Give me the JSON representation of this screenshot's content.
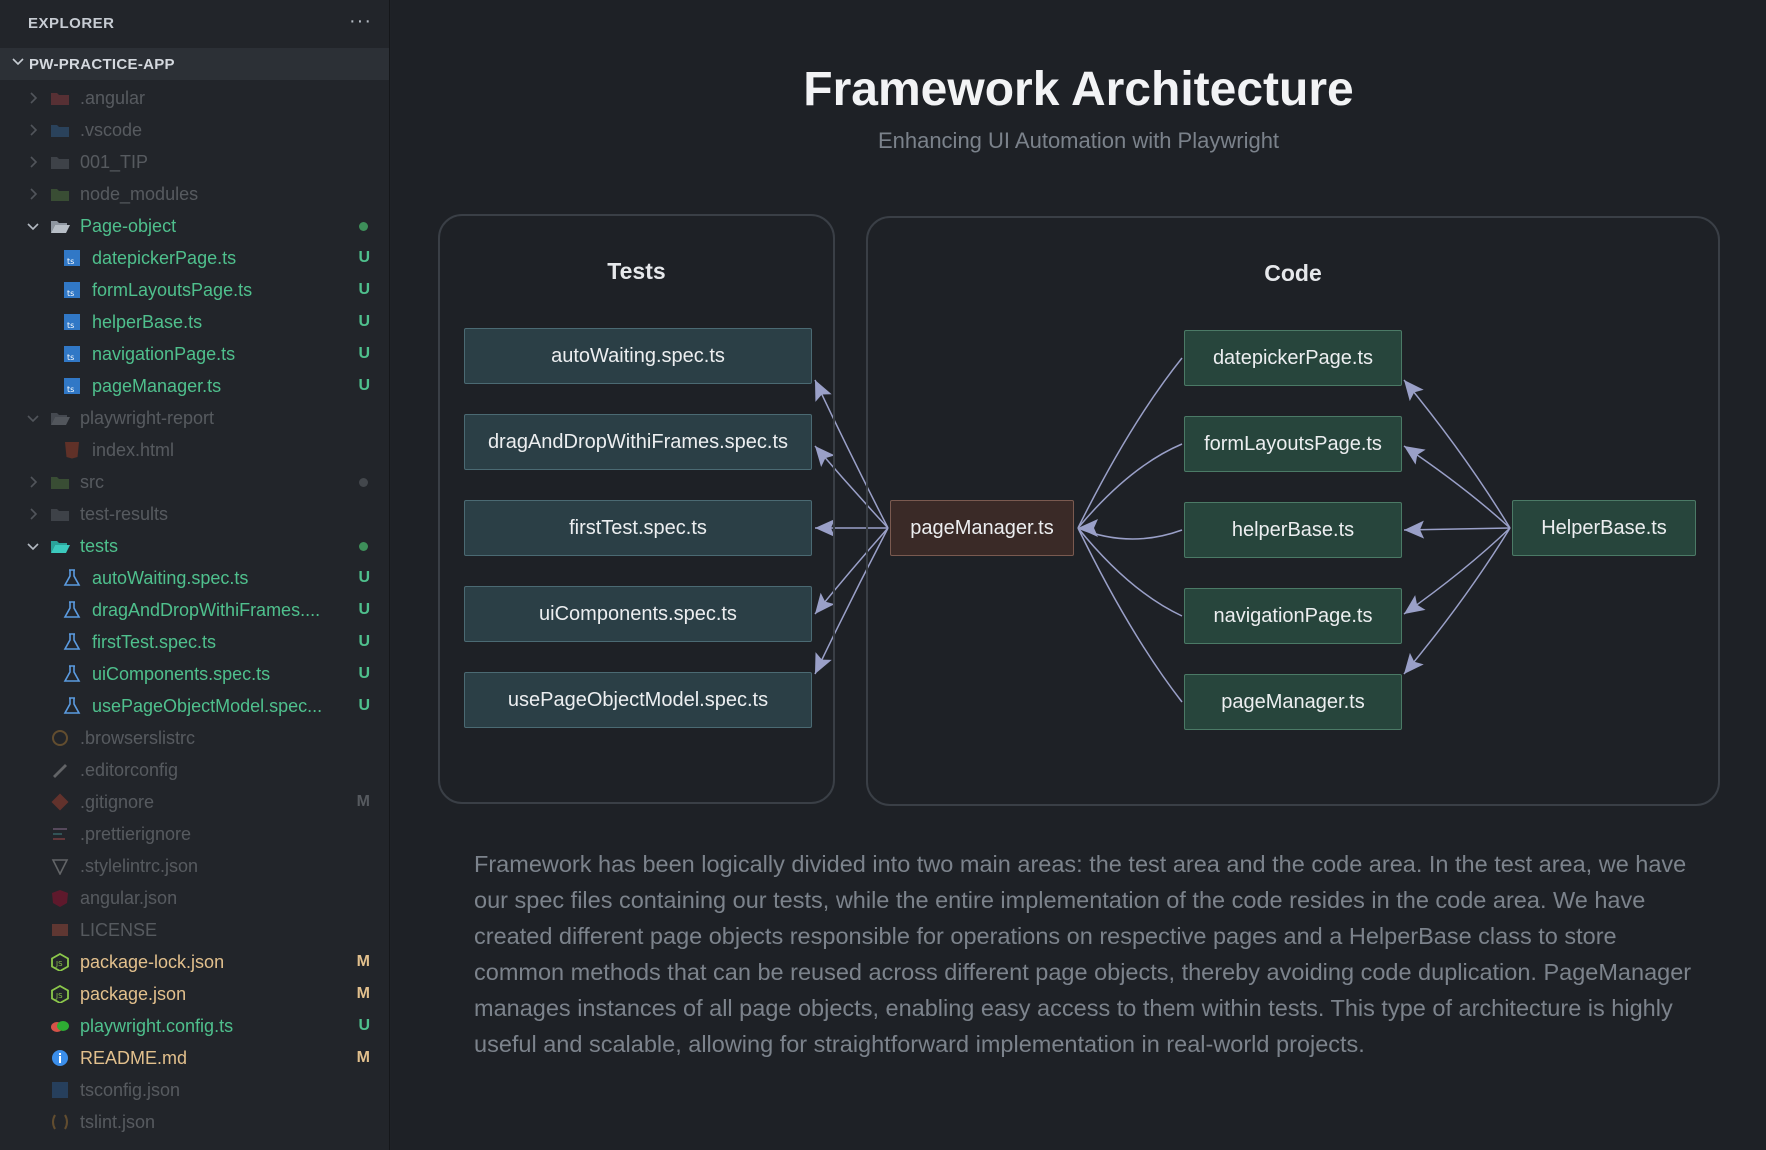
{
  "sidebar": {
    "title": "EXPLORER",
    "more": "···",
    "project": "PW-PRACTICE-APP",
    "items": [
      {
        "label": ".angular",
        "icon": "angular-folder-icon",
        "level": 0,
        "folder": true,
        "expanded": false,
        "dim": true,
        "color": "#c5c9ce"
      },
      {
        "label": ".vscode",
        "icon": "vscode-folder-icon",
        "level": 0,
        "folder": true,
        "expanded": false,
        "dim": true,
        "color": "#c5c9ce"
      },
      {
        "label": "001_TIP",
        "icon": "folder-icon",
        "level": 0,
        "folder": true,
        "expanded": false,
        "dim": true,
        "color": "#c5c9ce"
      },
      {
        "label": "node_modules",
        "icon": "node-folder-icon",
        "level": 0,
        "folder": true,
        "expanded": false,
        "dim": true,
        "color": "#c5c9ce"
      },
      {
        "label": "Page-object",
        "icon": "folder-open-icon",
        "level": 0,
        "folder": true,
        "expanded": true,
        "dim": false,
        "color": "#4fc08d",
        "dot": "#3e8f5a"
      },
      {
        "label": "datepickerPage.ts",
        "icon": "typescript-file-icon",
        "level": 1,
        "folder": false,
        "dim": false,
        "color": "#4fc08d",
        "badge": "U"
      },
      {
        "label": "formLayoutsPage.ts",
        "icon": "typescript-file-icon",
        "level": 1,
        "folder": false,
        "dim": false,
        "color": "#4fc08d",
        "badge": "U"
      },
      {
        "label": "helperBase.ts",
        "icon": "typescript-file-icon",
        "level": 1,
        "folder": false,
        "dim": false,
        "color": "#4fc08d",
        "badge": "U"
      },
      {
        "label": "navigationPage.ts",
        "icon": "typescript-file-icon",
        "level": 1,
        "folder": false,
        "dim": false,
        "color": "#4fc08d",
        "badge": "U"
      },
      {
        "label": "pageManager.ts",
        "icon": "typescript-file-icon",
        "level": 1,
        "folder": false,
        "dim": false,
        "color": "#4fc08d",
        "badge": "U"
      },
      {
        "label": "playwright-report",
        "icon": "folder-open-icon",
        "level": 0,
        "folder": true,
        "expanded": true,
        "dim": true,
        "color": "#c5c9ce"
      },
      {
        "label": "index.html",
        "icon": "html-file-icon",
        "level": 1,
        "folder": false,
        "dim": true,
        "color": "#c5c9ce"
      },
      {
        "label": "src",
        "icon": "src-folder-icon",
        "level": 0,
        "folder": true,
        "expanded": false,
        "dim": true,
        "color": "#c5c9ce",
        "dot": "#8a8f96"
      },
      {
        "label": "test-results",
        "icon": "folder-icon",
        "level": 0,
        "folder": true,
        "expanded": false,
        "dim": true,
        "color": "#c5c9ce"
      },
      {
        "label": "tests",
        "icon": "test-folder-icon",
        "level": 0,
        "folder": true,
        "expanded": true,
        "dim": false,
        "color": "#4fc08d",
        "dot": "#3e8f5a"
      },
      {
        "label": "autoWaiting.spec.ts",
        "icon": "flask-icon",
        "level": 1,
        "folder": false,
        "dim": false,
        "color": "#4fc08d",
        "badge": "U"
      },
      {
        "label": "dragAndDropWithiFrames....",
        "icon": "flask-icon",
        "level": 1,
        "folder": false,
        "dim": false,
        "color": "#4fc08d",
        "badge": "U"
      },
      {
        "label": "firstTest.spec.ts",
        "icon": "flask-icon",
        "level": 1,
        "folder": false,
        "dim": false,
        "color": "#4fc08d",
        "badge": "U"
      },
      {
        "label": "uiComponents.spec.ts",
        "icon": "flask-icon",
        "level": 1,
        "folder": false,
        "dim": false,
        "color": "#4fc08d",
        "badge": "U"
      },
      {
        "label": "usePageObjectModel.spec...",
        "icon": "flask-icon",
        "level": 1,
        "folder": false,
        "dim": false,
        "color": "#4fc08d",
        "badge": "U"
      },
      {
        "label": ".browserslistrc",
        "icon": "browserslist-icon",
        "level": 0,
        "folder": false,
        "dim": true,
        "color": "#c5c9ce"
      },
      {
        "label": ".editorconfig",
        "icon": "editorconfig-icon",
        "level": 0,
        "folder": false,
        "dim": true,
        "color": "#c5c9ce"
      },
      {
        "label": ".gitignore",
        "icon": "git-icon",
        "level": 0,
        "folder": false,
        "dim": true,
        "color": "#c5c9ce",
        "badge": "M",
        "badgeDim": true
      },
      {
        "label": ".prettierignore",
        "icon": "prettier-icon",
        "level": 0,
        "folder": false,
        "dim": true,
        "color": "#c5c9ce"
      },
      {
        "label": ".stylelintrc.json",
        "icon": "stylelint-icon",
        "level": 0,
        "folder": false,
        "dim": true,
        "color": "#c5c9ce"
      },
      {
        "label": "angular.json",
        "icon": "angular-icon",
        "level": 0,
        "folder": false,
        "dim": true,
        "color": "#c5c9ce"
      },
      {
        "label": "LICENSE",
        "icon": "license-icon",
        "level": 0,
        "folder": false,
        "dim": true,
        "color": "#c5c9ce"
      },
      {
        "label": "package-lock.json",
        "icon": "nodejs-icon",
        "level": 0,
        "folder": false,
        "dim": false,
        "color": "#e2c08d",
        "badge": "M"
      },
      {
        "label": "package.json",
        "icon": "nodejs-icon",
        "level": 0,
        "folder": false,
        "dim": false,
        "color": "#e2c08d",
        "badge": "M"
      },
      {
        "label": "playwright.config.ts",
        "icon": "playwright-icon",
        "level": 0,
        "folder": false,
        "dim": false,
        "color": "#4fc08d",
        "badge": "U"
      },
      {
        "label": "README.md",
        "icon": "info-icon",
        "level": 0,
        "folder": false,
        "dim": false,
        "color": "#e2c08d",
        "badge": "M"
      },
      {
        "label": "tsconfig.json",
        "icon": "tsconfig-icon",
        "level": 0,
        "folder": false,
        "dim": true,
        "color": "#c5c9ce"
      },
      {
        "label": "tslint.json",
        "icon": "tslint-icon",
        "level": 0,
        "folder": false,
        "dim": true,
        "color": "#c5c9ce"
      }
    ]
  },
  "main": {
    "title": "Framework Architecture",
    "subtitle": "Enhancing UI Automation with Playwright",
    "tests_group": "Tests",
    "code_group": "Code",
    "tests": [
      "autoWaiting.spec.ts",
      "dragAndDropWithiFrames.spec.ts",
      "firstTest.spec.ts",
      "uiComponents.spec.ts",
      "usePageObjectModel.spec.ts"
    ],
    "code": [
      "datepickerPage.ts",
      "formLayoutsPage.ts",
      "helperBase.ts",
      "navigationPage.ts",
      "pageManager.ts"
    ],
    "manager": "pageManager.ts",
    "helper": "HelperBase.ts",
    "description": "Framework has been logically divided into two main areas: the test area and the code area. In the test area, we have our spec files containing our tests, while the entire implementation of the code resides in the code area. We have created different page objects responsible for operations on respective pages and a HelperBase class to store common methods that can be reused across different page objects, thereby avoiding code duplication. PageManager manages instances of all page objects, enabling easy access to them within tests. This type of architecture is highly useful and scalable, allowing for straightforward implementation in real-world projects."
  },
  "colors": {
    "git_untracked": "#4fc08d",
    "git_modified": "#e2c08d",
    "edge": "#9aa0c8"
  }
}
